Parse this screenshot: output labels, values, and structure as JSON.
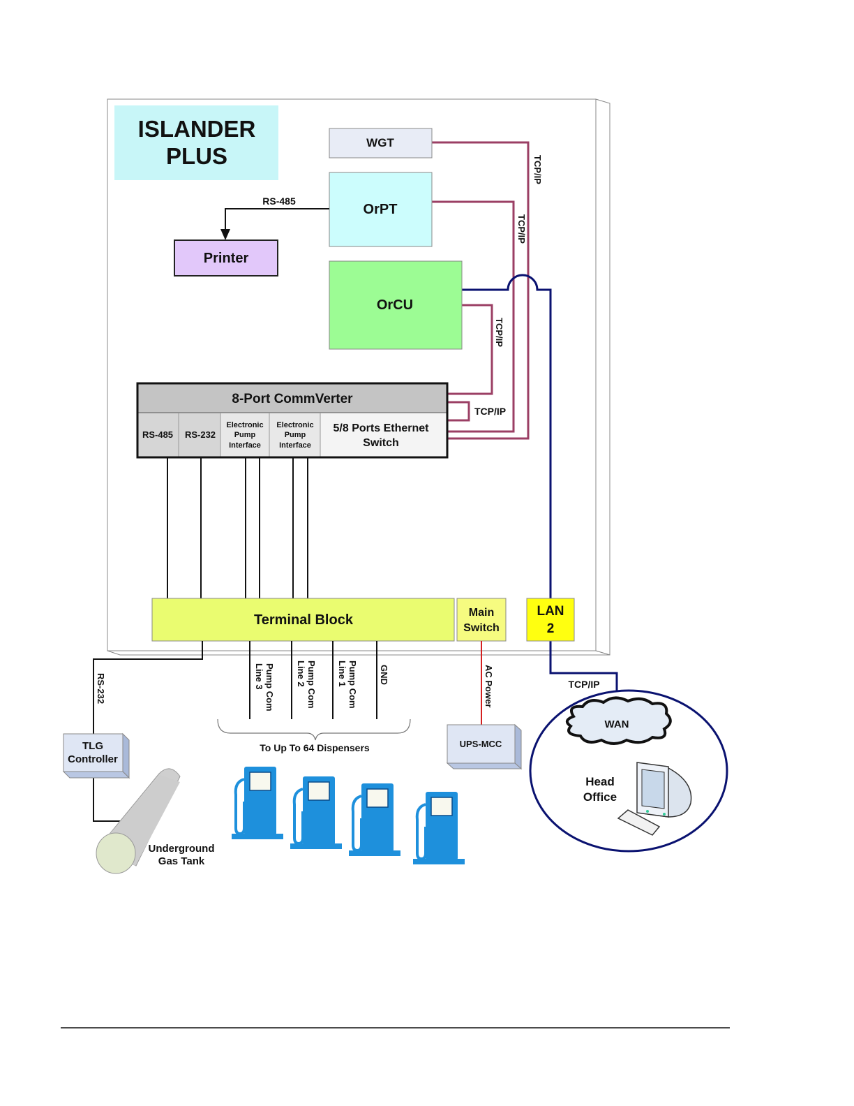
{
  "diagram": {
    "title_line1": "ISLANDER",
    "title_line2": "PLUS",
    "colors": {
      "title_bg": "#c8f6f8",
      "wgt_bg": "#e8ecf6",
      "orpt_bg": "#ccfdfd",
      "orcu_bg": "#9cfc94",
      "printer_bg": "#e2c8fa",
      "commverter_header_bg": "#c4c4c4",
      "port_dark_bg": "#d6d6d6",
      "port_light_bg": "#e8e8e8",
      "switch_bg": "#f4f4f4",
      "terminal_bg": "#eafc70",
      "main_switch_bg": "#f6fb80",
      "lan_bg": "#ffff10",
      "tcp_wire": "#9b3f64",
      "lan_wire": "#0a1270",
      "ac_wire": "#d42020",
      "pump_blue": "#1e90dc",
      "ups_bg": "#dfe6f4"
    },
    "nodes": {
      "wgt": "WGT",
      "orpt": "OrPT",
      "orcu": "OrCU",
      "printer": "Printer",
      "commverter": "8-Port CommVerter",
      "ports": [
        "RS-485",
        "RS-232"
      ],
      "epi_line1": "Electronic",
      "epi_line2": "Pump",
      "epi_line3": "Interface",
      "switch_line1": "5/8 Ports Ethernet",
      "switch_line2": "Switch",
      "terminal_block": "Terminal Block",
      "main_switch_line1": "Main",
      "main_switch_line2": "Switch",
      "lan_line1": "LAN",
      "lan_line2": "2",
      "tlg_line1": "TLG",
      "tlg_line2": "Controller",
      "tank_line1": "Underground",
      "tank_line2": "Gas Tank",
      "ups": "UPS-MCC",
      "wan": "WAN",
      "head_office_line1": "Head",
      "head_office_line2": "Office"
    },
    "labels": {
      "rs485": "RS-485",
      "rs232": "RS-232",
      "tcpip": "TCP/IP",
      "ac_power": "AC Power",
      "gnd": "GND",
      "pump_com": "Pump Com",
      "line3": "Line 3",
      "line2": "Line 2",
      "line1": "Line 1",
      "dispensers": "To Up To 64 Dispensers"
    },
    "icons": [
      "fuel-pump-icon",
      "computer-icon",
      "cloud-icon",
      "gas-tank-icon"
    ]
  }
}
